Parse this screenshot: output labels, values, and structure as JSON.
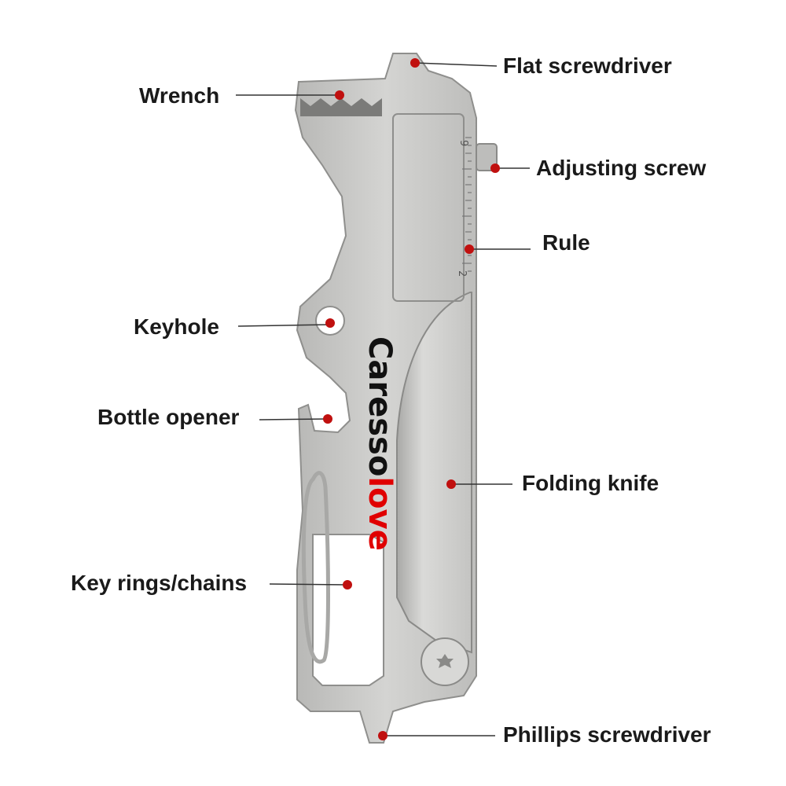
{
  "brand": {
    "part1": "Caresso",
    "part2": "love",
    "color1": "#111111",
    "color2": "#e00000"
  },
  "ruler": {
    "top_number": "9",
    "bottom_number": "2"
  },
  "labels": {
    "flat_screwdriver": "Flat screwdriver",
    "wrench": "Wrench",
    "adjusting_screw": "Adjusting screw",
    "rule": "Rule",
    "keyhole": "Keyhole",
    "bottle_opener": "Bottle opener",
    "folding_knife": "Folding knife",
    "key_rings": "Key rings/chains",
    "phillips_screwdriver": "Phillips screwdriver"
  },
  "colors": {
    "marker": "#c0100f",
    "leader": "#333333",
    "steel": "#c7c7c5",
    "steel_edge": "#8f8f8d"
  }
}
